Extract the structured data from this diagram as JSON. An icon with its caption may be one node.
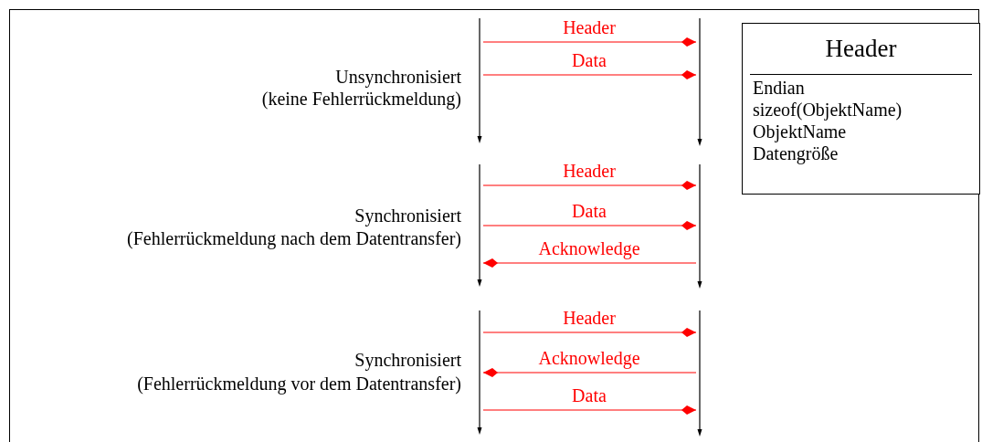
{
  "diagram": {
    "nodes": [
      {
        "text": [],
        "shape": "line"
      },
      {
        "text": [],
        "shape": "line"
      },
      {
        "text": [],
        "shape": "line"
      },
      {
        "text": [],
        "shape": "line"
      },
      {
        "text": [],
        "shape": "line"
      },
      {
        "text": [],
        "shape": "line"
      },
      {
        "text": [
          "Header",
          "Endian",
          "sizeof(ObjektName)",
          "ObjektName",
          "Datengröße"
        ]
      }
    ],
    "edges": [
      {
        "from": 0,
        "to": 1,
        "arrow": "to",
        "label": "Header"
      },
      {
        "from": 0,
        "to": 1,
        "arrow": "to",
        "label": "Data"
      },
      {
        "from": 2,
        "to": 3,
        "arrow": "to",
        "label": "Header"
      },
      {
        "from": 2,
        "to": 3,
        "arrow": "to",
        "label": "Data"
      },
      {
        "from": 3,
        "to": 2,
        "arrow": "to",
        "label": "Acknowledge"
      },
      {
        "from": 4,
        "to": 5,
        "arrow": "to",
        "label": "Header"
      },
      {
        "from": 5,
        "to": 4,
        "arrow": "to",
        "label": "Acknowledge"
      },
      {
        "from": 4,
        "to": 5,
        "arrow": "to",
        "label": "Data"
      }
    ],
    "labels": [
      "Unsynchronisiert",
      "(keine Fehlerrückmeldung)",
      "Synchronisiert",
      "(Fehlerrückmeldung nach dem Datentransfer)",
      "Synchronisiert",
      "(Fehlerrückmeldung vor dem Datentransfer)"
    ]
  }
}
